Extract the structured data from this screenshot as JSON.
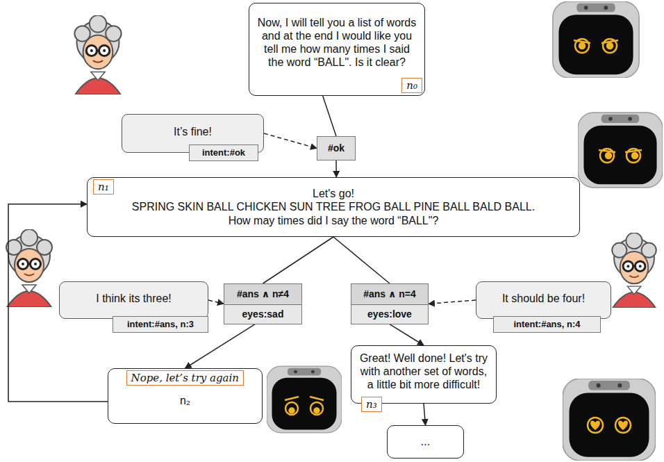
{
  "diagram": {
    "nodes": [
      {
        "text": [
          "Now, I will tell you a list of words and at the end I would like you tell me how many times I said the word “BALL\". Is it clear?",
          "n₀"
        ]
      },
      {
        "text": [
          "It’s fine!"
        ]
      },
      {
        "text": [
          "intent:#ok"
        ]
      },
      {
        "text": [
          "#ok"
        ]
      },
      {
        "text": [
          "n₁",
          "Let's go!",
          "SPRING SKIN BALL CHICKEN SUN TREE FROG BALL PINE BALL BALD BALL.",
          "How may times did I say the word “BALL\"?"
        ]
      },
      {
        "text": [
          "I think its three!"
        ]
      },
      {
        "text": [
          "intent:#ans, n:3"
        ]
      },
      {
        "text": [
          "#ans ∧ n≠4",
          "eyes:sad"
        ]
      },
      {
        "text": [
          "#ans ∧ n=4",
          "eyes:love"
        ]
      },
      {
        "text": [
          "It should be four!"
        ]
      },
      {
        "text": [
          "intent:#ans, n:4"
        ]
      },
      {
        "text": [
          "Nope, let’s try again",
          "n₂"
        ]
      },
      {
        "text": [
          "Great! Well done! Let's try with another set of words, a little bit more difficult!",
          "n₃"
        ]
      },
      {
        "text": [
          "..."
        ]
      }
    ],
    "edges": [
      {
        "from": 0,
        "to": 3,
        "arrow": "none"
      },
      {
        "from": 1,
        "to": 3,
        "arrow": "to"
      },
      {
        "from": 3,
        "to": 4,
        "arrow": "to"
      },
      {
        "from": 4,
        "to": 7,
        "arrow": "none"
      },
      {
        "from": 4,
        "to": 8,
        "arrow": "none"
      },
      {
        "from": 5,
        "to": 7,
        "arrow": "to"
      },
      {
        "from": 9,
        "to": 8,
        "arrow": "to"
      },
      {
        "from": 7,
        "to": 11,
        "arrow": "to"
      },
      {
        "from": 8,
        "to": 12,
        "arrow": "to"
      },
      {
        "from": 11,
        "to": 4,
        "arrow": "to"
      },
      {
        "from": 12,
        "to": 13,
        "arrow": "to"
      }
    ]
  }
}
